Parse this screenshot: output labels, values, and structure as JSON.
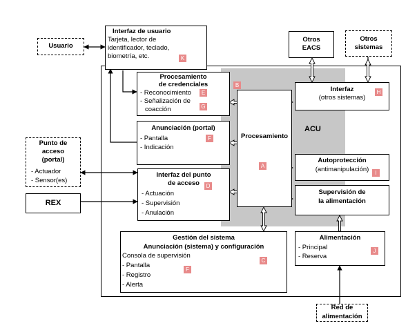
{
  "colors": {
    "gray": "#c7c7c7",
    "badge": "#e88a8a",
    "line": "#000000"
  },
  "usuario": "Usuario",
  "interfaz_usuario": {
    "title": "Interfaz de usuario",
    "lines": [
      "Tarjeta, lector de",
      "identificador, teclado,",
      "biometría, etc."
    ],
    "badge": "K"
  },
  "otros_eacs": [
    "Otros",
    "EACS"
  ],
  "otros_sistemas": [
    "Otros",
    "sistemas"
  ],
  "procesamiento_credenciales": {
    "title": [
      "Procesamiento",
      "de credenciales"
    ],
    "items": [
      "- Reconocimiento",
      "- Señalización de",
      "coacción"
    ],
    "badges": [
      "E",
      "G"
    ],
    "badge_b": "B"
  },
  "interfaz_otros": {
    "title": "Interfaz",
    "subtitle": "(otros sistemas)",
    "badge": "H"
  },
  "acu": "ACU",
  "anunciacion_portal": {
    "title": "Anunciación (portal)",
    "items": [
      "- Pantalla",
      "- Indicación"
    ],
    "badge": "F"
  },
  "procesamiento": {
    "title": "Procesamiento",
    "badge": "A"
  },
  "punto_acceso": {
    "title": [
      "Punto de",
      "acceso",
      "(portal)"
    ],
    "items": [
      "- Actuador",
      "- Sensor(es)"
    ]
  },
  "rex": "REX",
  "interfaz_punto": {
    "title": [
      "Interfaz del punto",
      "de acceso"
    ],
    "items": [
      "- Actuación",
      "- Supervisión",
      "- Anulación"
    ],
    "badge": "D"
  },
  "autoproteccion": {
    "title": "Autoprotección",
    "subtitle": "(antimanipulación)",
    "badge": "I"
  },
  "supervision_alim": {
    "title": [
      "Supervisión de",
      "la alimentación"
    ]
  },
  "gestion": {
    "title": [
      "Gestión del sistema",
      "Anunciación (sistema) y configuración"
    ],
    "sub": "Consola de supervisión",
    "items": [
      "- Pantalla",
      "- Registro",
      "- Alerta"
    ],
    "badges": [
      "C",
      "F"
    ]
  },
  "alimentacion": {
    "title": "Alimentación",
    "items": [
      "- Principal",
      "- Reserva"
    ],
    "badge": "J"
  },
  "red": [
    "Red de",
    "alimentación"
  ]
}
